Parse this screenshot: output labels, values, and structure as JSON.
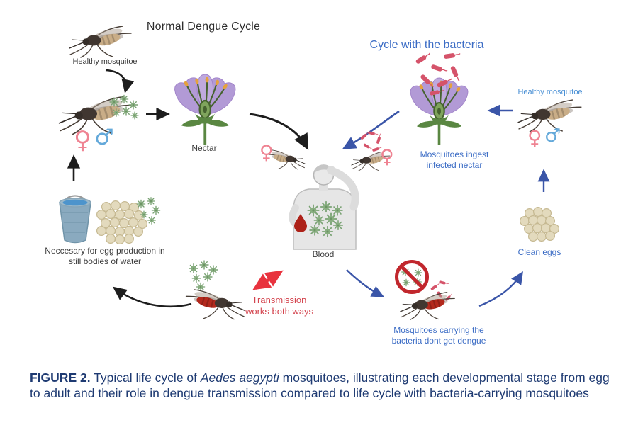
{
  "normal_cycle": {
    "title": "Normal Dengue Cycle",
    "healthy_mosquito_label": "Healthy mosquitoe",
    "nectar_label": "Nectar",
    "egg_production_line1": "Neccesary for egg production in",
    "egg_production_line2": "still bodies of water",
    "blood_label": "Blood",
    "transmission_line1": "Transmission",
    "transmission_line2": "works both ways"
  },
  "bacteria_cycle": {
    "title": "Cycle with the bacteria",
    "ingest_line1": "Mosquitoes ingest",
    "ingest_line2": "infected nectar",
    "healthy_mosquito_label": "Healthy mosquitoe",
    "clean_eggs_label": "Clean eggs",
    "carrying_line1": "Mosquitoes carrying the",
    "carrying_line2": "bacteria dont get dengue"
  },
  "symbols": {
    "female": "♀",
    "male": "♂"
  },
  "caption": {
    "label": "FIGURE 2.",
    "text_before_italic": " Typical life cycle of ",
    "italic_species": "Aedes aegypti",
    "text_after_italic": " mosquitoes, illustrating each developmental stage from egg to adult and their role in dengue transmission compared to life cycle with bacteria-carrying mosquitoes"
  },
  "colors": {
    "blue_label": "#3b6cc5",
    "light_blue_label": "#4a90d5",
    "red_label": "#d4454f",
    "caption_navy": "#1e3a72",
    "virus_green": "#88ae80",
    "bacteria_red": "#d5536a",
    "flower_purple": "#b29ad6",
    "blue_arrow": "#3a55a8",
    "black_arrow": "#1d1d1d",
    "red_arrow": "#e8333e"
  }
}
